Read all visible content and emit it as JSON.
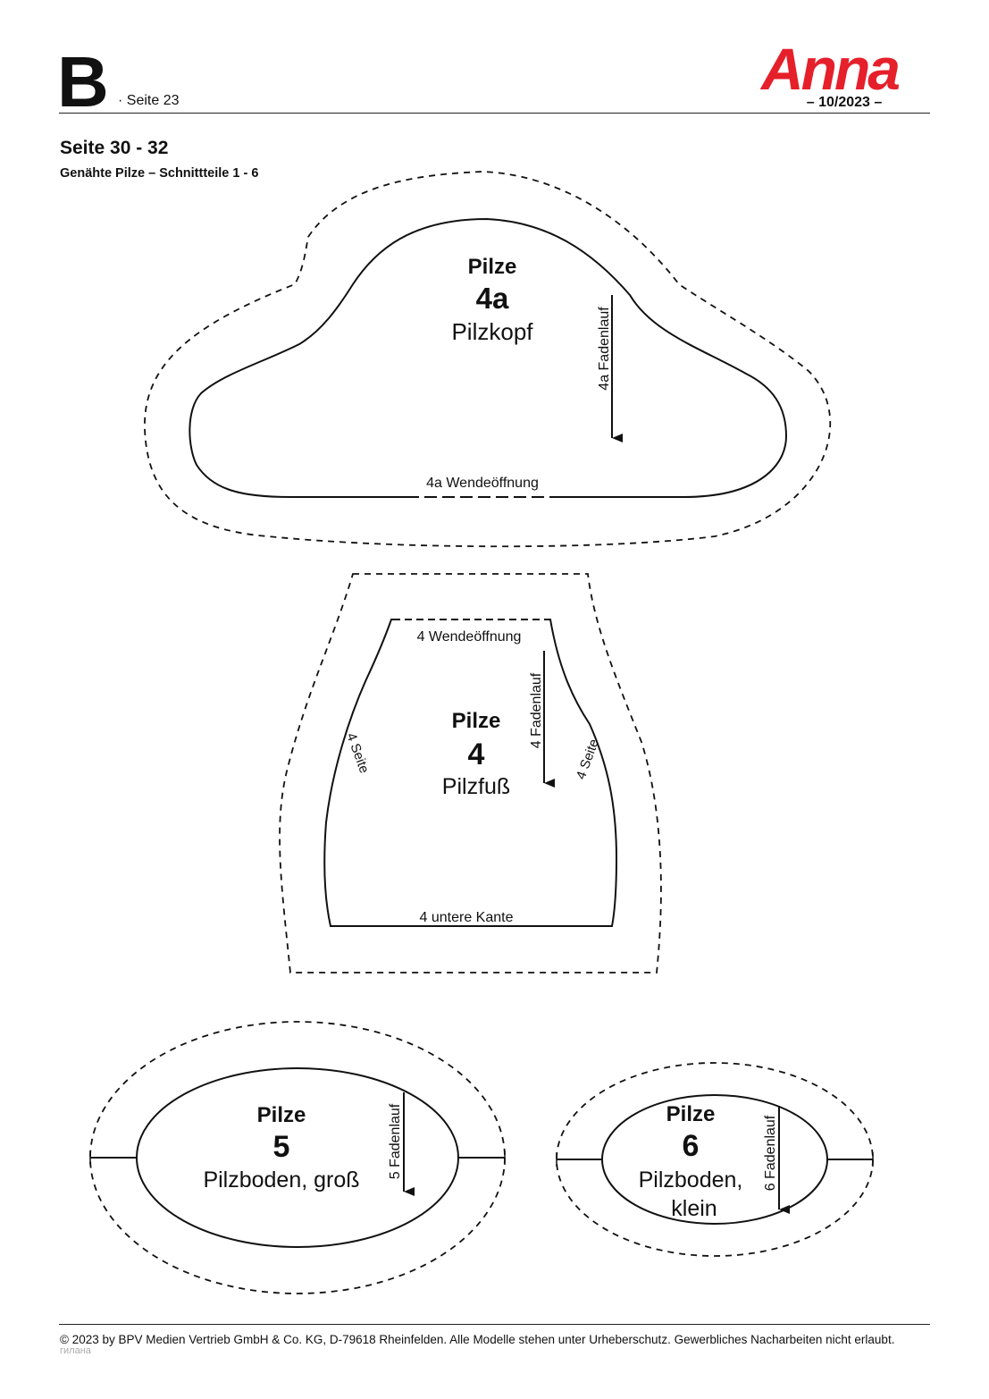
{
  "header": {
    "sheet": "B",
    "page": "· Seite 23",
    "brand": "Anna",
    "issue": "– 10/2023 –",
    "brand_color": "#e5202a"
  },
  "section": {
    "title": "Seite 30 - 32",
    "subtitle": "Genähte Pilze – Schnittteile 1 - 6"
  },
  "pieces": {
    "cap": {
      "project": "Pilze",
      "number": "4a",
      "name": "Pilzkopf",
      "grain": "4a  Fadenlauf",
      "opening": "4a  Wendeöffnung"
    },
    "stem": {
      "project": "Pilze",
      "number": "4",
      "name": "Pilzfuß",
      "grain": "4  Fadenlauf",
      "opening": "4  Wendeöffnung",
      "side_left": "4  Seite",
      "side_right": "4  Seite",
      "bottom": "4  untere Kante"
    },
    "base_large": {
      "project": "Pilze",
      "number": "5",
      "name": "Pilzboden, groß",
      "grain": "5  Fadenlauf"
    },
    "base_small": {
      "project": "Pilze",
      "number": "6",
      "name_line1": "Pilzboden,",
      "name_line2": "klein",
      "grain": "6  Fadenlauf"
    }
  },
  "footer": {
    "copyright": "© 2023 by BPV Medien Vertrieb GmbH & Co. KG, D-79618 Rheinfelden. Alle Modelle stehen unter Urheberschutz. Gewerbliches Nacharbeiten nicht erlaubt.",
    "watermark": "гилана"
  }
}
